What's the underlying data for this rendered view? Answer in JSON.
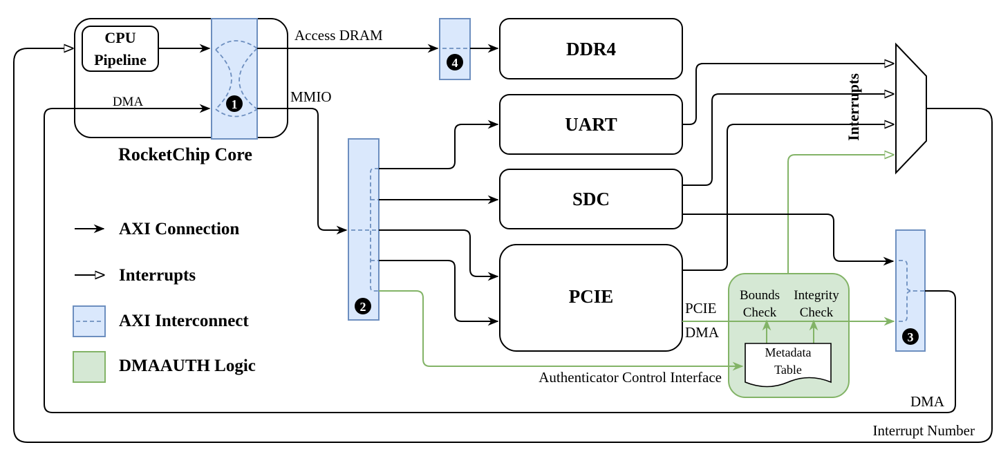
{
  "core": {
    "title": "RocketChip Core",
    "cpu_label_line1": "CPU",
    "cpu_label_line2": "Pipeline",
    "dma_label": "DMA",
    "access_dram_label": "Access DRAM",
    "mmio_label": "MMIO"
  },
  "peripherals": {
    "ddr4": "DDR4",
    "uart": "UART",
    "sdc": "SDC",
    "pcie": "PCIE"
  },
  "interconnect_badges": {
    "one": "1",
    "two": "2",
    "three": "3",
    "four": "4"
  },
  "mux": {
    "interrupts_label": "Interrupts"
  },
  "dmaauth": {
    "bounds_line1": "Bounds",
    "bounds_line2": "Check",
    "integrity_line1": "Integrity",
    "integrity_line2": "Check",
    "metadata_line1": "Metadata",
    "metadata_line2": "Table",
    "control_interface": "Authenticator Control Interface",
    "pcie_label": "PCIE",
    "dma_label": "DMA"
  },
  "bottom_labels": {
    "dma": "DMA",
    "interrupt_number": "Interrupt Number"
  },
  "legend": {
    "axi_connection": "AXI Connection",
    "interrupts": "Interrupts",
    "axi_interconnect": "AXI Interconnect",
    "dmaauth_logic": "DMAAUTH Logic"
  },
  "colors": {
    "interconnect_fill": "#dae8fc",
    "interconnect_stroke": "#6c8ebf",
    "dmaauth_fill": "#d5e8d4",
    "dmaauth_stroke": "#82b366",
    "line": "#000000"
  }
}
